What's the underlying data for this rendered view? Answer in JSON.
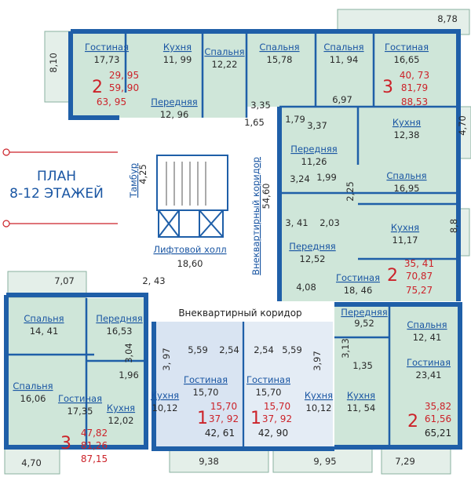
{
  "title": {
    "line1": "ПЛАН",
    "line2": "8-12  ЭТАЖЕЙ"
  },
  "corridors": {
    "outer": "Внеквартирный коридор",
    "outer_area": "54,60",
    "lower": "Внеквартирный коридор"
  },
  "common": {
    "lift_hall": "Лифтовой холл",
    "lift_hall_area": "18,60",
    "tambur": "Тамбур",
    "tambur_area": "4,25",
    "small_area": "2, 43"
  },
  "apartments": [
    {
      "rooms": "2",
      "area_living": "29, 95",
      "area_total": "59, 90",
      "area_full": "63, 95",
      "items": [
        {
          "name": "Гостиная",
          "area": "17,73"
        },
        {
          "name": "Кухня",
          "area": "11, 99"
        },
        {
          "name": "Спальня",
          "area": "12,22"
        },
        {
          "name": "Передняя",
          "area": "12, 96"
        }
      ],
      "extra": [
        "8,10",
        "3,35",
        "1,65"
      ]
    },
    {
      "rooms": "3",
      "area_living": "40, 73",
      "area_total": "81,79",
      "area_full": "88,53",
      "items": [
        {
          "name": "Спальня",
          "area": "15,78"
        },
        {
          "name": "Спальня",
          "area": "11, 94"
        },
        {
          "name": "Гостиная",
          "area": "16,65"
        },
        {
          "name": "Кухня",
          "area": "12,38"
        },
        {
          "name": "Передняя",
          "area": "11,26"
        }
      ],
      "extra": [
        "8,78",
        "6,97",
        "1,79",
        "3,37",
        "4,70",
        "3,24",
        "1,99"
      ]
    },
    {
      "rooms": "2",
      "area_living": "35, 41",
      "area_total": "70,87",
      "area_full": "75,27",
      "items": [
        {
          "name": "Спальня",
          "area": "16,95"
        },
        {
          "name": "Кухня",
          "area": "11,17"
        },
        {
          "name": "Передняя",
          "area": "12,52"
        },
        {
          "name": "Гостиная",
          "area": "18, 46"
        }
      ],
      "extra": [
        "2,25",
        "3, 41",
        "2,03",
        "8,8",
        "4,08"
      ]
    },
    {
      "rooms": "3",
      "area_living": "47,82",
      "area_total": "81,26",
      "area_full": "87,15",
      "items": [
        {
          "name": "Спальня",
          "area": "14, 41"
        },
        {
          "name": "Передняя",
          "area": "16,53"
        },
        {
          "name": "Спальня",
          "area": "16,06"
        },
        {
          "name": "Гостиная",
          "area": "17,35"
        },
        {
          "name": "Кухня",
          "area": "12,02"
        }
      ],
      "extra": [
        "7,07",
        "3,04",
        "3, 97",
        "1,96",
        "4,70",
        "9,38"
      ]
    },
    {
      "rooms": "1",
      "area_living": "15,70",
      "area_total": "37, 92",
      "area_full": "42, 61",
      "items": [
        {
          "name": "Гостиная",
          "area": "15,70"
        },
        {
          "name": "Кухня",
          "area": "10,12"
        }
      ],
      "extra": [
        "5,59",
        "2,54"
      ]
    },
    {
      "rooms": "1",
      "area_living": "15,70",
      "area_total": "37, 92",
      "area_full": "42, 90",
      "items": [
        {
          "name": "Гостиная",
          "area": "15,70"
        },
        {
          "name": "Кухня",
          "area": "10,12"
        }
      ],
      "extra": [
        "2,54",
        "5,59",
        "9, 95"
      ]
    },
    {
      "rooms": "2",
      "area_living": "35,82",
      "area_total": "61,56",
      "area_full": "65,21",
      "items": [
        {
          "name": "Передняя",
          "area": "9,52"
        },
        {
          "name": "Спальня",
          "area": "12, 41"
        },
        {
          "name": "Гостиная",
          "area": "23,41"
        },
        {
          "name": "Кухня",
          "area": "11, 54"
        }
      ],
      "extra": [
        "3,13",
        "3,97",
        "1,35",
        "7,29"
      ]
    }
  ],
  "colors": {
    "wall": "#1f5fa8",
    "apt_green": "#cfe6d9",
    "apt_blue": "#d9e4f2",
    "balcony": "#e4efe9",
    "corridor": "#ffffff",
    "accent_red": "#cc2229"
  }
}
